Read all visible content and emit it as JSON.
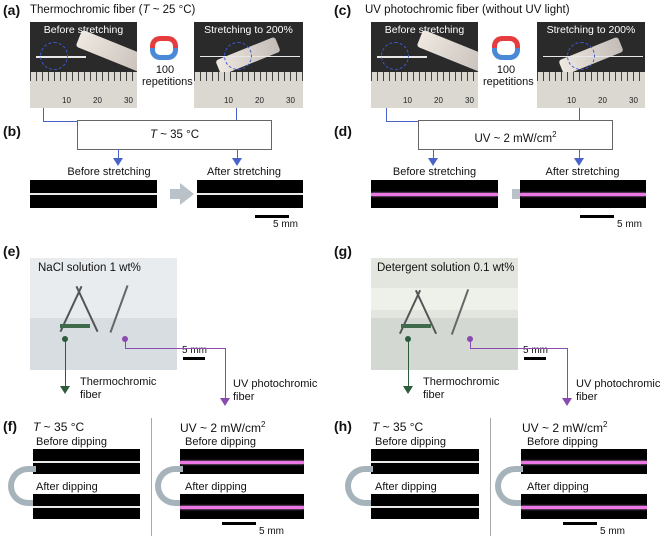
{
  "panel_a": {
    "label": "(a)",
    "title_prefix": "Thermochromic fiber (",
    "title_italic": "T",
    "title_suffix": " ~ 25 °C)",
    "photo_left": "Before stretching",
    "photo_right": "Stretching to 200%",
    "reps_num": "100",
    "reps_word": "repetitions"
  },
  "panel_b": {
    "label": "(b)",
    "condition_italic": "T",
    "condition": " ~ 35 °C",
    "left": "Before stretching",
    "right": "After stretching",
    "scale": "5 mm"
  },
  "panel_c": {
    "label": "(c)",
    "title": "UV photochromic fiber (without UV light)",
    "photo_left": "Before stretching",
    "photo_right": "Stretching to 200%",
    "reps_num": "100",
    "reps_word": "repetitions"
  },
  "panel_d": {
    "label": "(d)",
    "condition": "UV ~ 2 mW/cm",
    "condition_sup": "2",
    "left": "Before stretching",
    "right": "After stretching",
    "scale": "5 mm"
  },
  "panel_e": {
    "label": "(e)",
    "title": "NaCl solution 1 wt%",
    "scale": "5 mm",
    "thermo_1": "Thermochromic",
    "thermo_2": "fiber",
    "uv_1": "UV photochromic",
    "uv_2": "fiber"
  },
  "panel_g": {
    "label": "(g)",
    "title": "Detergent solution 0.1 wt%",
    "scale": "5 mm",
    "thermo_1": "Thermochromic",
    "thermo_2": "fiber",
    "uv_1": "UV photochromic",
    "uv_2": "fiber"
  },
  "panel_f": {
    "label": "(f)",
    "left_cond_italic": "T",
    "left_cond": " ~ 35 °C",
    "right_cond": "UV ~ 2 mW/cm",
    "right_sup": "2",
    "before": "Before dipping",
    "after": "After dipping",
    "scale": "5 mm"
  },
  "panel_h": {
    "label": "(h)",
    "left_cond_italic": "T",
    "left_cond": " ~ 35 °C",
    "right_cond": "UV ~ 2 mW/cm",
    "right_sup": "2",
    "before": "Before dipping",
    "after": "After dipping",
    "scale": "5 mm"
  },
  "ruler_numbers": [
    "10",
    "20",
    "30"
  ],
  "colors": {
    "arrow_blue": "#4a63c8",
    "thermo_green": "#2e5b3c",
    "uv_purple": "#8a4bb0",
    "pink_fiber": "#ee77e6"
  }
}
